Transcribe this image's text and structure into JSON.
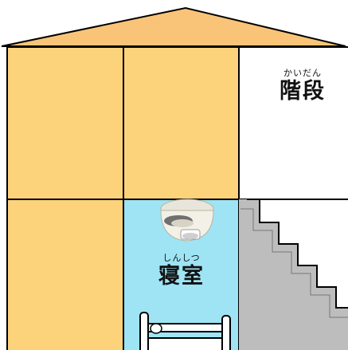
{
  "labels": {
    "stairs": {
      "ruby": "かいだん",
      "text": "階段"
    },
    "bedroom": {
      "ruby": "しんしつ",
      "text": "寝室"
    }
  },
  "colors": {
    "roof": "#f9c478",
    "room": "#fcd37b",
    "bedroom": "#9ee4f4",
    "stair": "#bdbdbd",
    "line": "#000000"
  },
  "icons": {
    "detector": "smoke-detector-icon",
    "bed": "bed-icon"
  }
}
